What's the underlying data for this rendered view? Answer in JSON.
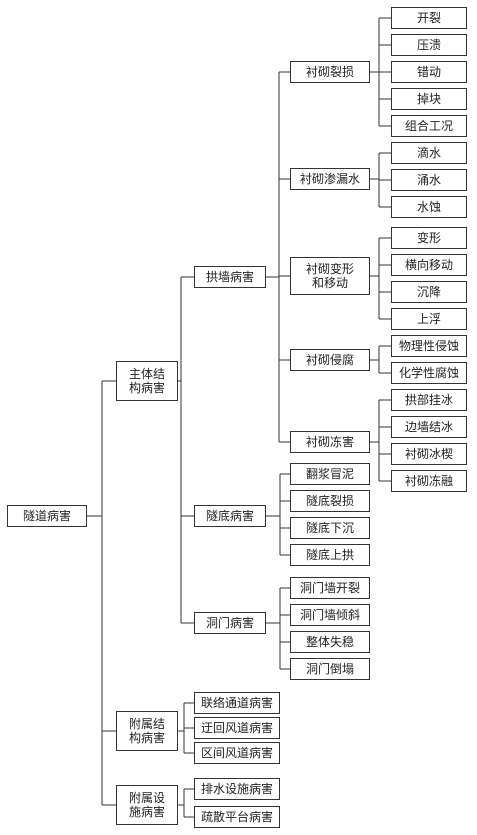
{
  "tree": {
    "root": "隧道病害",
    "l1": [
      "主体结\n构病害",
      "附属结\n构病害",
      "附属设\n施病害"
    ],
    "l2": [
      "拱墙病害",
      "隧底病害",
      "洞门病害"
    ],
    "l3": [
      "衬砌裂损",
      "衬砌渗漏水",
      "衬砌变形\n和移动",
      "衬砌侵腐",
      "衬砌冻害"
    ],
    "leaves_crack": [
      "开裂",
      "压溃",
      "错动",
      "掉块",
      "组合工况"
    ],
    "leaves_leak": [
      "滴水",
      "涌水",
      "水蚀"
    ],
    "leaves_deform": [
      "变形",
      "横向移动",
      "沉降",
      "上浮"
    ],
    "leaves_corrode": [
      "物理性侵蚀",
      "化学性腐蚀"
    ],
    "leaves_freeze": [
      "拱部挂冰",
      "边墙结冰",
      "衬砌冰楔",
      "衬砌冻融"
    ],
    "leaves_base": [
      "翻浆冒泥",
      "隧底裂损",
      "隧底下沉",
      "隧底上拱"
    ],
    "leaves_portal": [
      "洞门墙开裂",
      "洞门墙倾斜",
      "整体失稳",
      "洞门倒塌"
    ],
    "leaves_aux_struct": [
      "联络通道病害",
      "迂回风道病害",
      "区间风道病害"
    ],
    "leaves_aux_facility": [
      "排水设施病害",
      "疏散平台病害"
    ]
  }
}
